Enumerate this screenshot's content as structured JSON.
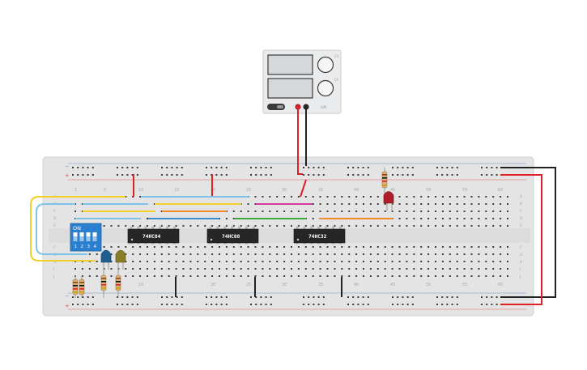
{
  "canvas": {
    "background": "#ffffff"
  },
  "power_supply": {
    "knob_labels": [
      "CV",
      "CC"
    ],
    "model": "SIM",
    "colors": {
      "body": "#e9ebec",
      "display": "#d4d8db",
      "positive": "#e01f27",
      "negative": "#2b2b2b"
    }
  },
  "breadboard": {
    "column_numbers": [
      "1",
      "5",
      "10",
      "15",
      "20",
      "25",
      "30",
      "35",
      "40",
      "45",
      "50",
      "55",
      "60"
    ],
    "bottom_column_numbers": [
      "10",
      "20",
      "25",
      "30",
      "35",
      "40",
      "45",
      "50",
      "55",
      "60"
    ],
    "row_letters_top": [
      "A",
      "B",
      "C",
      "D",
      "E"
    ],
    "row_letters_bottom": [
      "F",
      "G",
      "H",
      "I",
      "J"
    ],
    "rail_signs": {
      "top_negative": "−",
      "top_positive": "+",
      "bottom_negative": "−",
      "bottom_positive": "+"
    },
    "colors": {
      "body": "#e4e4e4",
      "hole": "#3c3c3c",
      "rail_red": "#e05a5a",
      "rail_blue": "#6a8fc7"
    }
  },
  "ics": [
    {
      "label": "74HC04"
    },
    {
      "label": "74HC08"
    },
    {
      "label": "74HC32"
    }
  ],
  "dip_switch": {
    "on_label": "ON",
    "positions": [
      "1",
      "2",
      "3",
      "4"
    ],
    "color": "#2a7fcf"
  },
  "leds": [
    {
      "name": "led-blue",
      "color": "#1f5f8f"
    },
    {
      "name": "led-yellow",
      "color": "#8a7d2a"
    },
    {
      "name": "led-red",
      "color": "#b01e2a"
    }
  ],
  "wire_colors": {
    "red": "#e01f27",
    "black": "#222222",
    "yellow": "#f2cf2a",
    "lightblue": "#7fc4e8",
    "blue": "#3a8fd0",
    "orange": "#f28c28",
    "magenta": "#d43aa0",
    "green": "#3aaa3a"
  }
}
